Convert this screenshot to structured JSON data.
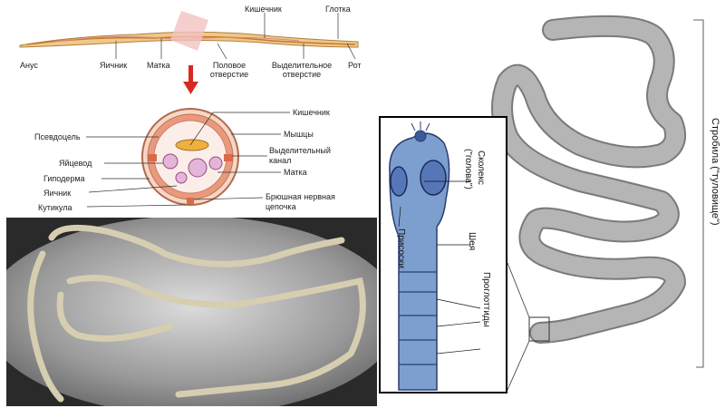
{
  "roundworm_longitudinal": {
    "labels": {
      "intestine": "Кишечник",
      "pharynx": "Глотка",
      "anus": "Анус",
      "ovary": "Яичник",
      "uterus": "Матка",
      "genital_pore_1": "Половое",
      "genital_pore_2": "отверстие",
      "excretory_pore_1": "Выделительное",
      "excretory_pore_2": "отверстие",
      "mouth": "Рот"
    }
  },
  "roundworm_cross_section": {
    "labels": {
      "intestine": "Кишечник",
      "pseudocoel": "Псевдоцель",
      "muscles": "Мышцы",
      "oviduct": "Яйцевод",
      "excretory_canal_1": "Выделительный",
      "excretory_canal_2": "канал",
      "hypodermis": "Гиподерма",
      "uterus": "Матка",
      "ovary": "Яичник",
      "ventral_cord_1": "Брюшная нервная",
      "ventral_cord_2": "цепочка",
      "cuticle": "Кутикула"
    }
  },
  "tapeworm_scolex": {
    "labels": {
      "scolex_1": "Сколекс",
      "scolex_2": "(\"голова\")",
      "neck": "Шея",
      "suckers": "Присоски",
      "proglottids": "Проглоттиды"
    }
  },
  "tapeworm_strobila": {
    "labels": {
      "strobila": "Стробила (\"туловище\")"
    }
  },
  "colors": {
    "arrow": "#d62a1f",
    "worm_body": "#f0c88a",
    "scolex_fill": "#7d9fd0",
    "segment_fill": "#a8a8a8",
    "cross_section_ring": "#e89a7a"
  }
}
